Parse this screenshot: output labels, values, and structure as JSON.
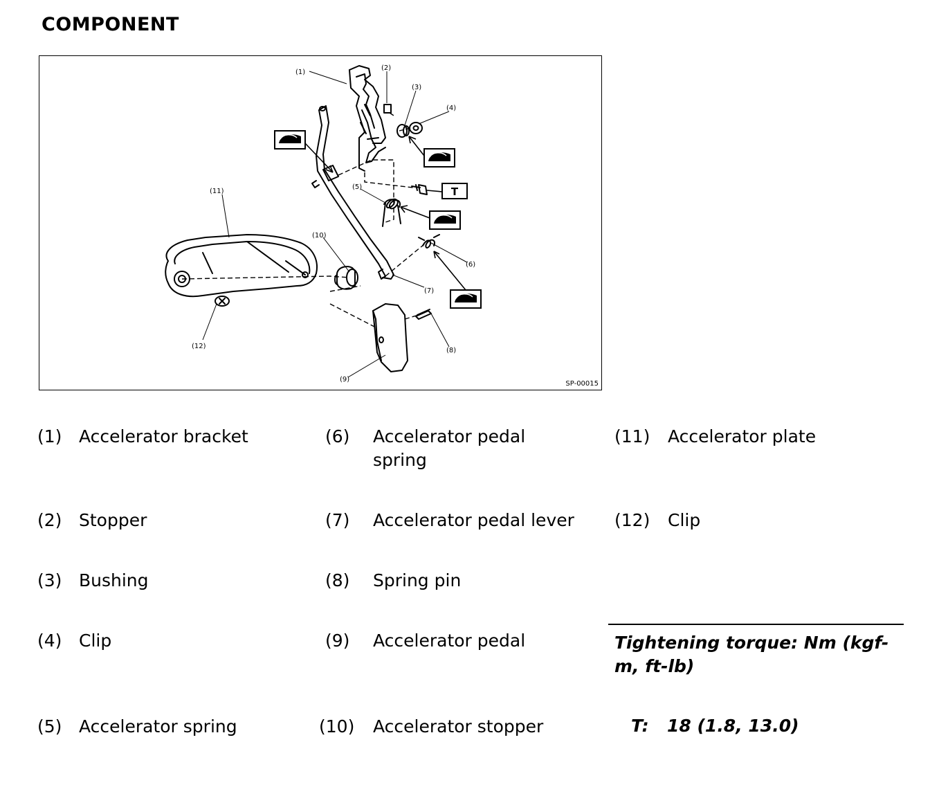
{
  "heading": "COMPONENT",
  "figure": {
    "code": "SP-00015",
    "callouts": [
      "(1)",
      "(2)",
      "(3)",
      "(4)",
      "(5)",
      "(6)",
      "(7)",
      "(8)",
      "(9)",
      "(10)",
      "(11)",
      "(12)"
    ],
    "torque_symbol": "T",
    "icon_names": [
      "grease-application-icon",
      "torque-symbol-box"
    ]
  },
  "legend": [
    {
      "num": "(1)",
      "text": "Accelerator bracket"
    },
    {
      "num": "(2)",
      "text": "Stopper"
    },
    {
      "num": "(3)",
      "text": "Bushing"
    },
    {
      "num": "(4)",
      "text": "Clip"
    },
    {
      "num": "(5)",
      "text": "Accelerator spring"
    },
    {
      "num": "(6)",
      "text": "Accelerator pedal spring"
    },
    {
      "num": "(7)",
      "text": "Accelerator pedal lever"
    },
    {
      "num": "(8)",
      "text": "Spring pin"
    },
    {
      "num": "(9)",
      "text": "Accelerator pedal"
    },
    {
      "num": "(10)",
      "text": "Accelerator stopper"
    },
    {
      "num": "(11)",
      "text": "Accelerator plate"
    },
    {
      "num": "(12)",
      "text": "Clip"
    }
  ],
  "torque": {
    "title": "Tightening torque: Nm (kgf-m, ft-lb)",
    "symbol": "T:",
    "value": "18 (1.8, 13.0)"
  }
}
